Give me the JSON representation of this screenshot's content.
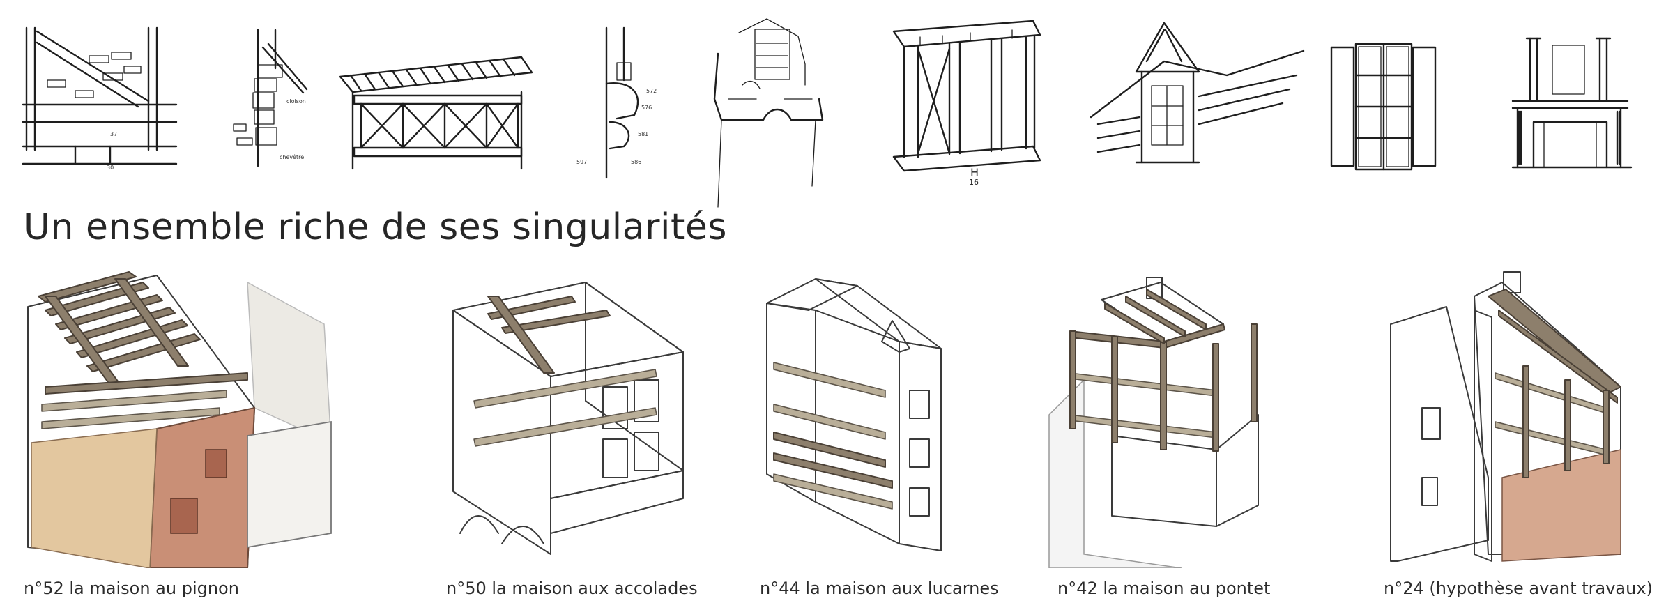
{
  "heading": "Un ensemble riche de ses singularités",
  "sketches": [
    {
      "name": "sketch-timber-brace",
      "labels": [
        "30",
        "37"
      ]
    },
    {
      "name": "sketch-stone-corbel",
      "labels": [
        "cloison",
        "chevêtre"
      ]
    },
    {
      "name": "sketch-timber-gallery",
      "labels": []
    },
    {
      "name": "sketch-stone-profile",
      "labels": [
        "572",
        "576",
        "581",
        "586",
        "597"
      ]
    },
    {
      "name": "sketch-carved-lintel",
      "labels": []
    },
    {
      "name": "sketch-cross-bracing",
      "labels": [
        "H",
        "16"
      ]
    },
    {
      "name": "sketch-dormer",
      "labels": []
    },
    {
      "name": "sketch-shuttered-window",
      "labels": []
    },
    {
      "name": "sketch-fireplace",
      "labels": []
    }
  ],
  "houses": [
    {
      "caption": "n°52 la maison au pignon"
    },
    {
      "caption": "n°50 la maison aux accolades"
    },
    {
      "caption": "n°44 la maison aux lucarnes"
    },
    {
      "caption": "n°42 la maison au pontet"
    },
    {
      "caption": "n°24 (hypothèse avant travaux)"
    }
  ],
  "colors": {
    "ink": "#1e1e1e",
    "timber": "#8d7f6c",
    "plaster": "#efe6cf",
    "brick": "#c98f76",
    "stone": "#d9cfae"
  }
}
